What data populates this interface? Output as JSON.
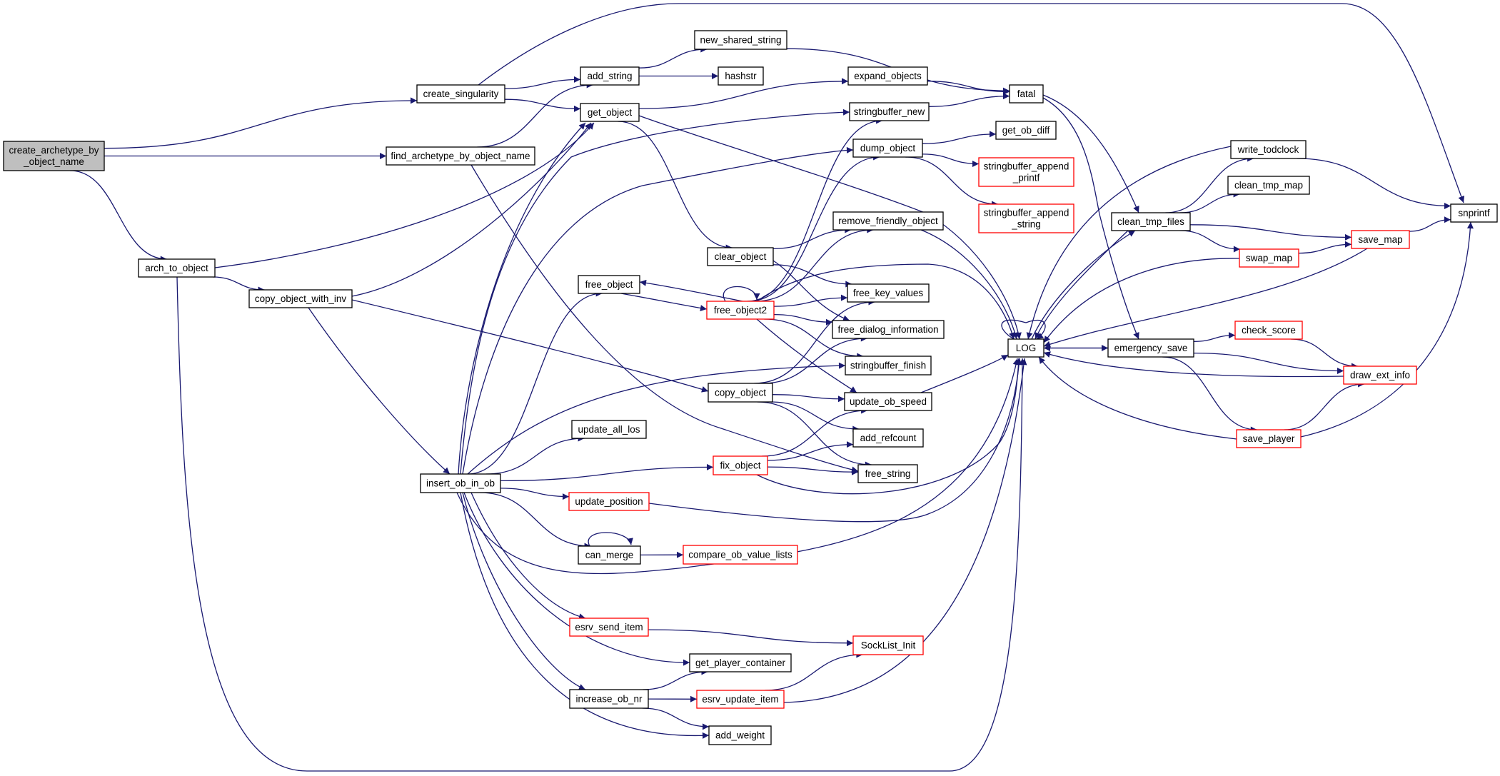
{
  "diagram": {
    "type": "call-graph",
    "colors": {
      "edge": "#191970",
      "node_border": "#000000",
      "node_border_truncated": "#ff0000",
      "root_fill": "#bfbfbf",
      "node_fill": "#ffffff",
      "text": "#000000"
    },
    "root": "create_archetype_by_object_name",
    "nodes": [
      {
        "id": "create_archetype_by_object_name",
        "label": [
          "create_archetype_by",
          "_object_name"
        ],
        "style": "root"
      },
      {
        "id": "create_singularity",
        "label": [
          "create_singularity"
        ],
        "style": "normal"
      },
      {
        "id": "find_archetype_by_object_name",
        "label": [
          "find_archetype_by_object_name"
        ],
        "style": "normal"
      },
      {
        "id": "arch_to_object",
        "label": [
          "arch_to_object"
        ],
        "style": "normal"
      },
      {
        "id": "copy_object_with_inv",
        "label": [
          "copy_object_with_inv"
        ],
        "style": "normal"
      },
      {
        "id": "add_string",
        "label": [
          "add_string"
        ],
        "style": "normal"
      },
      {
        "id": "get_object",
        "label": [
          "get_object"
        ],
        "style": "normal"
      },
      {
        "id": "new_shared_string",
        "label": [
          "new_shared_string"
        ],
        "style": "normal"
      },
      {
        "id": "hashstr",
        "label": [
          "hashstr"
        ],
        "style": "normal"
      },
      {
        "id": "expand_objects",
        "label": [
          "expand_objects"
        ],
        "style": "normal"
      },
      {
        "id": "stringbuffer_new",
        "label": [
          "stringbuffer_new"
        ],
        "style": "normal"
      },
      {
        "id": "dump_object",
        "label": [
          "dump_object"
        ],
        "style": "normal"
      },
      {
        "id": "get_ob_diff",
        "label": [
          "get_ob_diff"
        ],
        "style": "normal"
      },
      {
        "id": "stringbuffer_append_printf",
        "label": [
          "stringbuffer_append",
          "_printf"
        ],
        "style": "truncated"
      },
      {
        "id": "stringbuffer_append_string",
        "label": [
          "stringbuffer_append",
          "_string"
        ],
        "style": "truncated"
      },
      {
        "id": "fatal",
        "label": [
          "fatal"
        ],
        "style": "normal"
      },
      {
        "id": "remove_friendly_object",
        "label": [
          "remove_friendly_object"
        ],
        "style": "normal"
      },
      {
        "id": "clear_object",
        "label": [
          "clear_object"
        ],
        "style": "normal"
      },
      {
        "id": "free_object",
        "label": [
          "free_object"
        ],
        "style": "normal"
      },
      {
        "id": "free_object2",
        "label": [
          "free_object2"
        ],
        "style": "truncated"
      },
      {
        "id": "free_key_values",
        "label": [
          "free_key_values"
        ],
        "style": "normal"
      },
      {
        "id": "free_dialog_information",
        "label": [
          "free_dialog_information"
        ],
        "style": "normal"
      },
      {
        "id": "stringbuffer_finish",
        "label": [
          "stringbuffer_finish"
        ],
        "style": "normal"
      },
      {
        "id": "copy_object",
        "label": [
          "copy_object"
        ],
        "style": "normal"
      },
      {
        "id": "update_ob_speed",
        "label": [
          "update_ob_speed"
        ],
        "style": "normal"
      },
      {
        "id": "add_refcount",
        "label": [
          "add_refcount"
        ],
        "style": "normal"
      },
      {
        "id": "free_string",
        "label": [
          "free_string"
        ],
        "style": "normal"
      },
      {
        "id": "update_all_los",
        "label": [
          "update_all_los"
        ],
        "style": "normal"
      },
      {
        "id": "fix_object",
        "label": [
          "fix_object"
        ],
        "style": "truncated"
      },
      {
        "id": "insert_ob_in_ob",
        "label": [
          "insert_ob_in_ob"
        ],
        "style": "normal"
      },
      {
        "id": "update_position",
        "label": [
          "update_position"
        ],
        "style": "truncated"
      },
      {
        "id": "can_merge",
        "label": [
          "can_merge"
        ],
        "style": "normal"
      },
      {
        "id": "compare_ob_value_lists",
        "label": [
          "compare_ob_value_lists"
        ],
        "style": "truncated"
      },
      {
        "id": "esrv_send_item",
        "label": [
          "esrv_send_item"
        ],
        "style": "truncated"
      },
      {
        "id": "SockList_Init",
        "label": [
          "SockList_Init"
        ],
        "style": "truncated"
      },
      {
        "id": "get_player_container",
        "label": [
          "get_player_container"
        ],
        "style": "normal"
      },
      {
        "id": "increase_ob_nr",
        "label": [
          "increase_ob_nr"
        ],
        "style": "normal"
      },
      {
        "id": "esrv_update_item",
        "label": [
          "esrv_update_item"
        ],
        "style": "truncated"
      },
      {
        "id": "add_weight",
        "label": [
          "add_weight"
        ],
        "style": "normal"
      },
      {
        "id": "LOG",
        "label": [
          "LOG"
        ],
        "style": "normal"
      },
      {
        "id": "clean_tmp_files",
        "label": [
          "clean_tmp_files"
        ],
        "style": "normal"
      },
      {
        "id": "write_todclock",
        "label": [
          "write_todclock"
        ],
        "style": "normal"
      },
      {
        "id": "clean_tmp_map",
        "label": [
          "clean_tmp_map"
        ],
        "style": "normal"
      },
      {
        "id": "swap_map",
        "label": [
          "swap_map"
        ],
        "style": "truncated"
      },
      {
        "id": "save_map",
        "label": [
          "save_map"
        ],
        "style": "truncated"
      },
      {
        "id": "snprintf",
        "label": [
          "snprintf"
        ],
        "style": "normal"
      },
      {
        "id": "emergency_save",
        "label": [
          "emergency_save"
        ],
        "style": "normal"
      },
      {
        "id": "check_score",
        "label": [
          "check_score"
        ],
        "style": "truncated"
      },
      {
        "id": "draw_ext_info",
        "label": [
          "draw_ext_info"
        ],
        "style": "truncated"
      },
      {
        "id": "save_player",
        "label": [
          "save_player"
        ],
        "style": "truncated"
      }
    ],
    "edges": [
      [
        "create_archetype_by_object_name",
        "create_singularity"
      ],
      [
        "create_archetype_by_object_name",
        "find_archetype_by_object_name"
      ],
      [
        "create_archetype_by_object_name",
        "arch_to_object"
      ],
      [
        "create_singularity",
        "add_string"
      ],
      [
        "create_singularity",
        "get_object"
      ],
      [
        "create_singularity",
        "snprintf"
      ],
      [
        "find_archetype_by_object_name",
        "add_string"
      ],
      [
        "find_archetype_by_object_name",
        "free_string"
      ],
      [
        "arch_to_object",
        "get_object"
      ],
      [
        "arch_to_object",
        "copy_object_with_inv"
      ],
      [
        "arch_to_object",
        "LOG"
      ],
      [
        "copy_object_with_inv",
        "get_object"
      ],
      [
        "copy_object_with_inv",
        "copy_object"
      ],
      [
        "copy_object_with_inv",
        "insert_ob_in_ob"
      ],
      [
        "add_string",
        "new_shared_string"
      ],
      [
        "add_string",
        "hashstr"
      ],
      [
        "new_shared_string",
        "fatal"
      ],
      [
        "get_object",
        "expand_objects"
      ],
      [
        "get_object",
        "clear_object"
      ],
      [
        "get_object",
        "LOG"
      ],
      [
        "expand_objects",
        "fatal"
      ],
      [
        "stringbuffer_new",
        "fatal"
      ],
      [
        "fatal",
        "clean_tmp_files"
      ],
      [
        "fatal",
        "emergency_save"
      ],
      [
        "dump_object",
        "get_ob_diff"
      ],
      [
        "dump_object",
        "stringbuffer_append_printf"
      ],
      [
        "dump_object",
        "stringbuffer_append_string"
      ],
      [
        "clear_object",
        "remove_friendly_object"
      ],
      [
        "clear_object",
        "free_key_values"
      ],
      [
        "clear_object",
        "free_dialog_information"
      ],
      [
        "remove_friendly_object",
        "LOG"
      ],
      [
        "free_object",
        "free_object2"
      ],
      [
        "free_object2",
        "free_object"
      ],
      [
        "free_object2",
        "free_object2"
      ],
      [
        "free_object2",
        "stringbuffer_new"
      ],
      [
        "free_object2",
        "dump_object"
      ],
      [
        "free_object2",
        "remove_friendly_object"
      ],
      [
        "free_object2",
        "free_key_values"
      ],
      [
        "free_object2",
        "free_dialog_information"
      ],
      [
        "free_object2",
        "stringbuffer_finish"
      ],
      [
        "free_object2",
        "update_ob_speed"
      ],
      [
        "free_object2",
        "LOG"
      ],
      [
        "copy_object",
        "free_key_values"
      ],
      [
        "copy_object",
        "free_dialog_information"
      ],
      [
        "copy_object",
        "update_ob_speed"
      ],
      [
        "copy_object",
        "add_refcount"
      ],
      [
        "copy_object",
        "free_string"
      ],
      [
        "update_ob_speed",
        "LOG"
      ],
      [
        "fix_object",
        "update_ob_speed"
      ],
      [
        "fix_object",
        "add_refcount"
      ],
      [
        "fix_object",
        "free_string"
      ],
      [
        "fix_object",
        "LOG"
      ],
      [
        "insert_ob_in_ob",
        "get_object"
      ],
      [
        "insert_ob_in_ob",
        "stringbuffer_new"
      ],
      [
        "insert_ob_in_ob",
        "dump_object"
      ],
      [
        "insert_ob_in_ob",
        "free_object"
      ],
      [
        "insert_ob_in_ob",
        "stringbuffer_finish"
      ],
      [
        "insert_ob_in_ob",
        "update_all_los"
      ],
      [
        "insert_ob_in_ob",
        "fix_object"
      ],
      [
        "insert_ob_in_ob",
        "update_position"
      ],
      [
        "insert_ob_in_ob",
        "can_merge"
      ],
      [
        "insert_ob_in_ob",
        "LOG"
      ],
      [
        "insert_ob_in_ob",
        "esrv_send_item"
      ],
      [
        "insert_ob_in_ob",
        "get_player_container"
      ],
      [
        "insert_ob_in_ob",
        "increase_ob_nr"
      ],
      [
        "insert_ob_in_ob",
        "add_weight"
      ],
      [
        "update_position",
        "LOG"
      ],
      [
        "can_merge",
        "can_merge"
      ],
      [
        "can_merge",
        "compare_ob_value_lists"
      ],
      [
        "esrv_send_item",
        "SockList_Init"
      ],
      [
        "increase_ob_nr",
        "get_player_container"
      ],
      [
        "increase_ob_nr",
        "esrv_update_item"
      ],
      [
        "increase_ob_nr",
        "add_weight"
      ],
      [
        "esrv_update_item",
        "SockList_Init"
      ],
      [
        "esrv_update_item",
        "LOG"
      ],
      [
        "LOG",
        "LOG"
      ],
      [
        "LOG",
        "clean_tmp_files"
      ],
      [
        "LOG",
        "emergency_save"
      ],
      [
        "clean_tmp_files",
        "LOG"
      ],
      [
        "clean_tmp_files",
        "write_todclock"
      ],
      [
        "clean_tmp_files",
        "clean_tmp_map"
      ],
      [
        "clean_tmp_files",
        "save_map"
      ],
      [
        "clean_tmp_files",
        "swap_map"
      ],
      [
        "write_todclock",
        "LOG"
      ],
      [
        "write_todclock",
        "snprintf"
      ],
      [
        "swap_map",
        "save_map"
      ],
      [
        "swap_map",
        "LOG"
      ],
      [
        "save_map",
        "snprintf"
      ],
      [
        "save_map",
        "LOG"
      ],
      [
        "emergency_save",
        "LOG"
      ],
      [
        "emergency_save",
        "check_score"
      ],
      [
        "emergency_save",
        "draw_ext_info"
      ],
      [
        "emergency_save",
        "save_player"
      ],
      [
        "check_score",
        "draw_ext_info"
      ],
      [
        "draw_ext_info",
        "LOG"
      ],
      [
        "save_player",
        "draw_ext_info"
      ],
      [
        "save_player",
        "snprintf"
      ],
      [
        "save_player",
        "LOG"
      ]
    ]
  }
}
